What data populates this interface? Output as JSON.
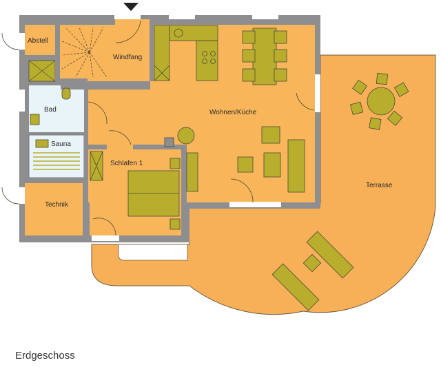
{
  "title": "Erdgeschoss",
  "colors": {
    "floor": "#f8b55a",
    "terrace": "#f7b057",
    "wall": "#8e8e90",
    "furniture": "#b8ad2c",
    "bathroom": "#e8f4f8",
    "outline": "#4a4a3a"
  },
  "rooms": [
    {
      "id": "abstell",
      "label": "Abstell"
    },
    {
      "id": "windfang",
      "label": "Windfang"
    },
    {
      "id": "bad",
      "label": "Bad"
    },
    {
      "id": "sauna",
      "label": "Sauna"
    },
    {
      "id": "wohnen-kueche",
      "label": "Wohnen/Küche"
    },
    {
      "id": "schlafen-1",
      "label": "Schlafen 1"
    },
    {
      "id": "technik",
      "label": "Technik"
    },
    {
      "id": "terrasse",
      "label": "Terrasse"
    }
  ],
  "entrance_marker": "down-triangle-icon"
}
